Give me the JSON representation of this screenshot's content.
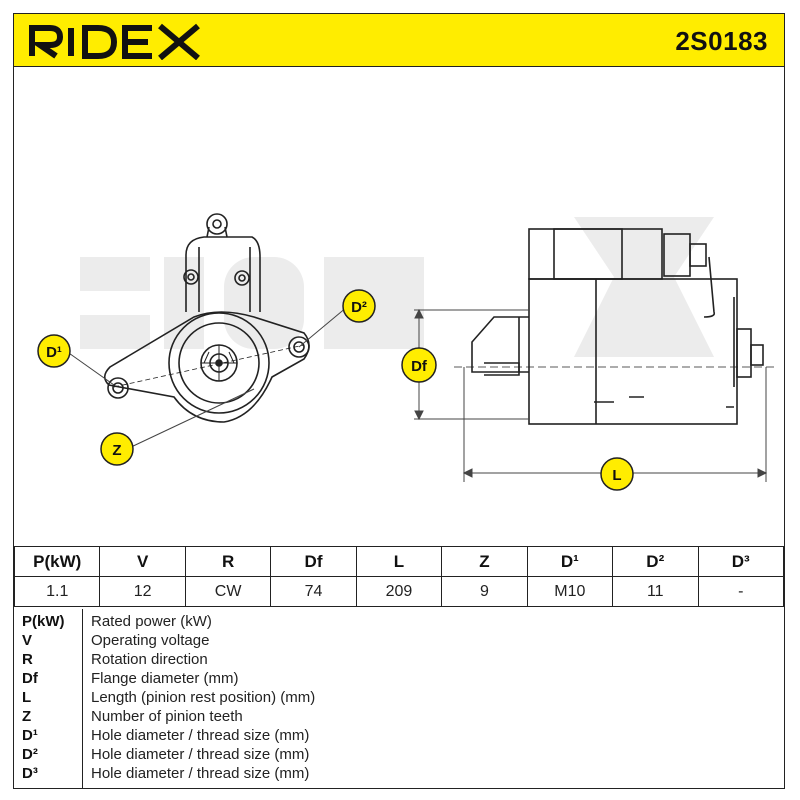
{
  "brand": "RIDEX",
  "part_number": "2S0183",
  "watermark": "RIDEX",
  "dimension_labels": {
    "d1": "D¹",
    "d2": "D²",
    "z": "Z",
    "df": "Df",
    "l": "L"
  },
  "spec_table": {
    "headers": [
      "P(kW)",
      "V",
      "R",
      "Df",
      "L",
      "Z",
      "D¹",
      "D²",
      "D³"
    ],
    "values": [
      "1.1",
      "12",
      "CW",
      "74",
      "209",
      "9",
      "M10",
      "11",
      "-"
    ]
  },
  "legend": [
    {
      "symbol": "P(kW)",
      "description": "Rated power (kW)"
    },
    {
      "symbol": "V",
      "description": "Operating voltage"
    },
    {
      "symbol": "R",
      "description": "Rotation direction"
    },
    {
      "symbol": "Df",
      "description": "Flange diameter (mm)"
    },
    {
      "symbol": "L",
      "description": "Length (pinion rest position) (mm)"
    },
    {
      "symbol": "Z",
      "description": "Number of pinion teeth"
    },
    {
      "symbol": "D¹",
      "description": "Hole diameter / thread size (mm)"
    },
    {
      "symbol": "D²",
      "description": "Hole diameter / thread size (mm)"
    },
    {
      "symbol": "D³",
      "description": "Hole diameter / thread size (mm)"
    }
  ],
  "colors": {
    "header_yellow": "#ffed00",
    "label_yellow": "#ffed00",
    "line": "#222222",
    "watermark": "#e8e8e8"
  }
}
